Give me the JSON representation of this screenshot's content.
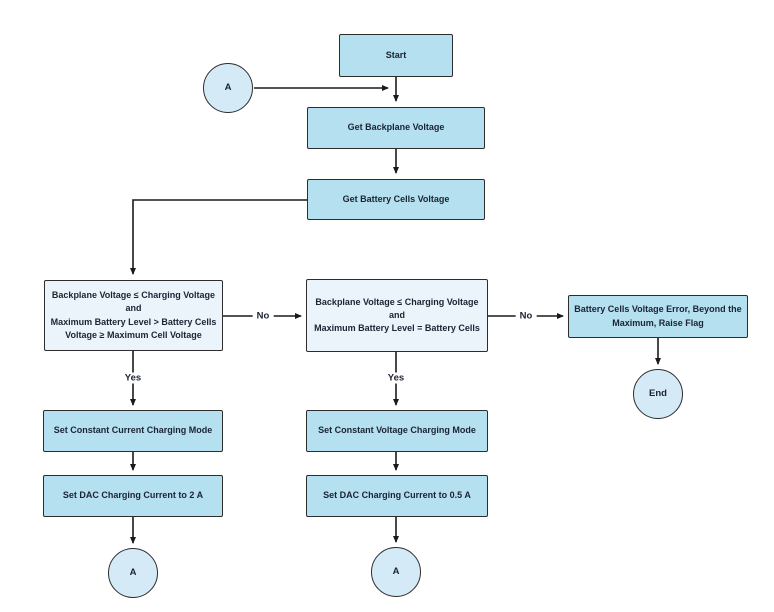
{
  "colors": {
    "process_fill": "#b4e0f0",
    "decision_fill": "#ebf4fb",
    "connector_fill": "#d5eaf7",
    "border": "#2d2d2d",
    "line": "#1a1a1a",
    "text": "#1c2333",
    "background": "#ffffff"
  },
  "nodes": {
    "start": {
      "label": "Start"
    },
    "connector_a_top": {
      "label": "A"
    },
    "get_backplane_voltage": {
      "label": "Get Backplane Voltage"
    },
    "get_battery_cells_voltage": {
      "label": "Get Battery Cells Voltage"
    },
    "decision_constant_current": {
      "label": "Backplane Voltage ≤ Charging Voltage\nand\nMaximum Battery Level > Battery Cells\nVoltage ≥ Maximum Cell Voltage"
    },
    "decision_constant_voltage": {
      "label": "Backplane Voltage ≤ Charging Voltage\nand\nMaximum Battery Level = Battery Cells"
    },
    "error_flag": {
      "label": "Battery Cells Voltage Error, Beyond the\nMaximum, Raise Flag"
    },
    "set_constant_current_mode": {
      "label": "Set Constant Current Charging Mode"
    },
    "set_dac_current_2a": {
      "label": "Set DAC Charging Current to 2 A"
    },
    "set_constant_voltage_mode": {
      "label": "Set Constant Voltage Charging Mode"
    },
    "set_dac_current_05a": {
      "label": "Set DAC Charging Current to 0.5 A"
    },
    "connector_a_bottom_left": {
      "label": "A"
    },
    "connector_a_bottom_middle": {
      "label": "A"
    },
    "end": {
      "label": "End"
    }
  },
  "edge_labels": {
    "no_1": "No",
    "no_2": "No",
    "yes_1": "Yes",
    "yes_2": "Yes"
  }
}
